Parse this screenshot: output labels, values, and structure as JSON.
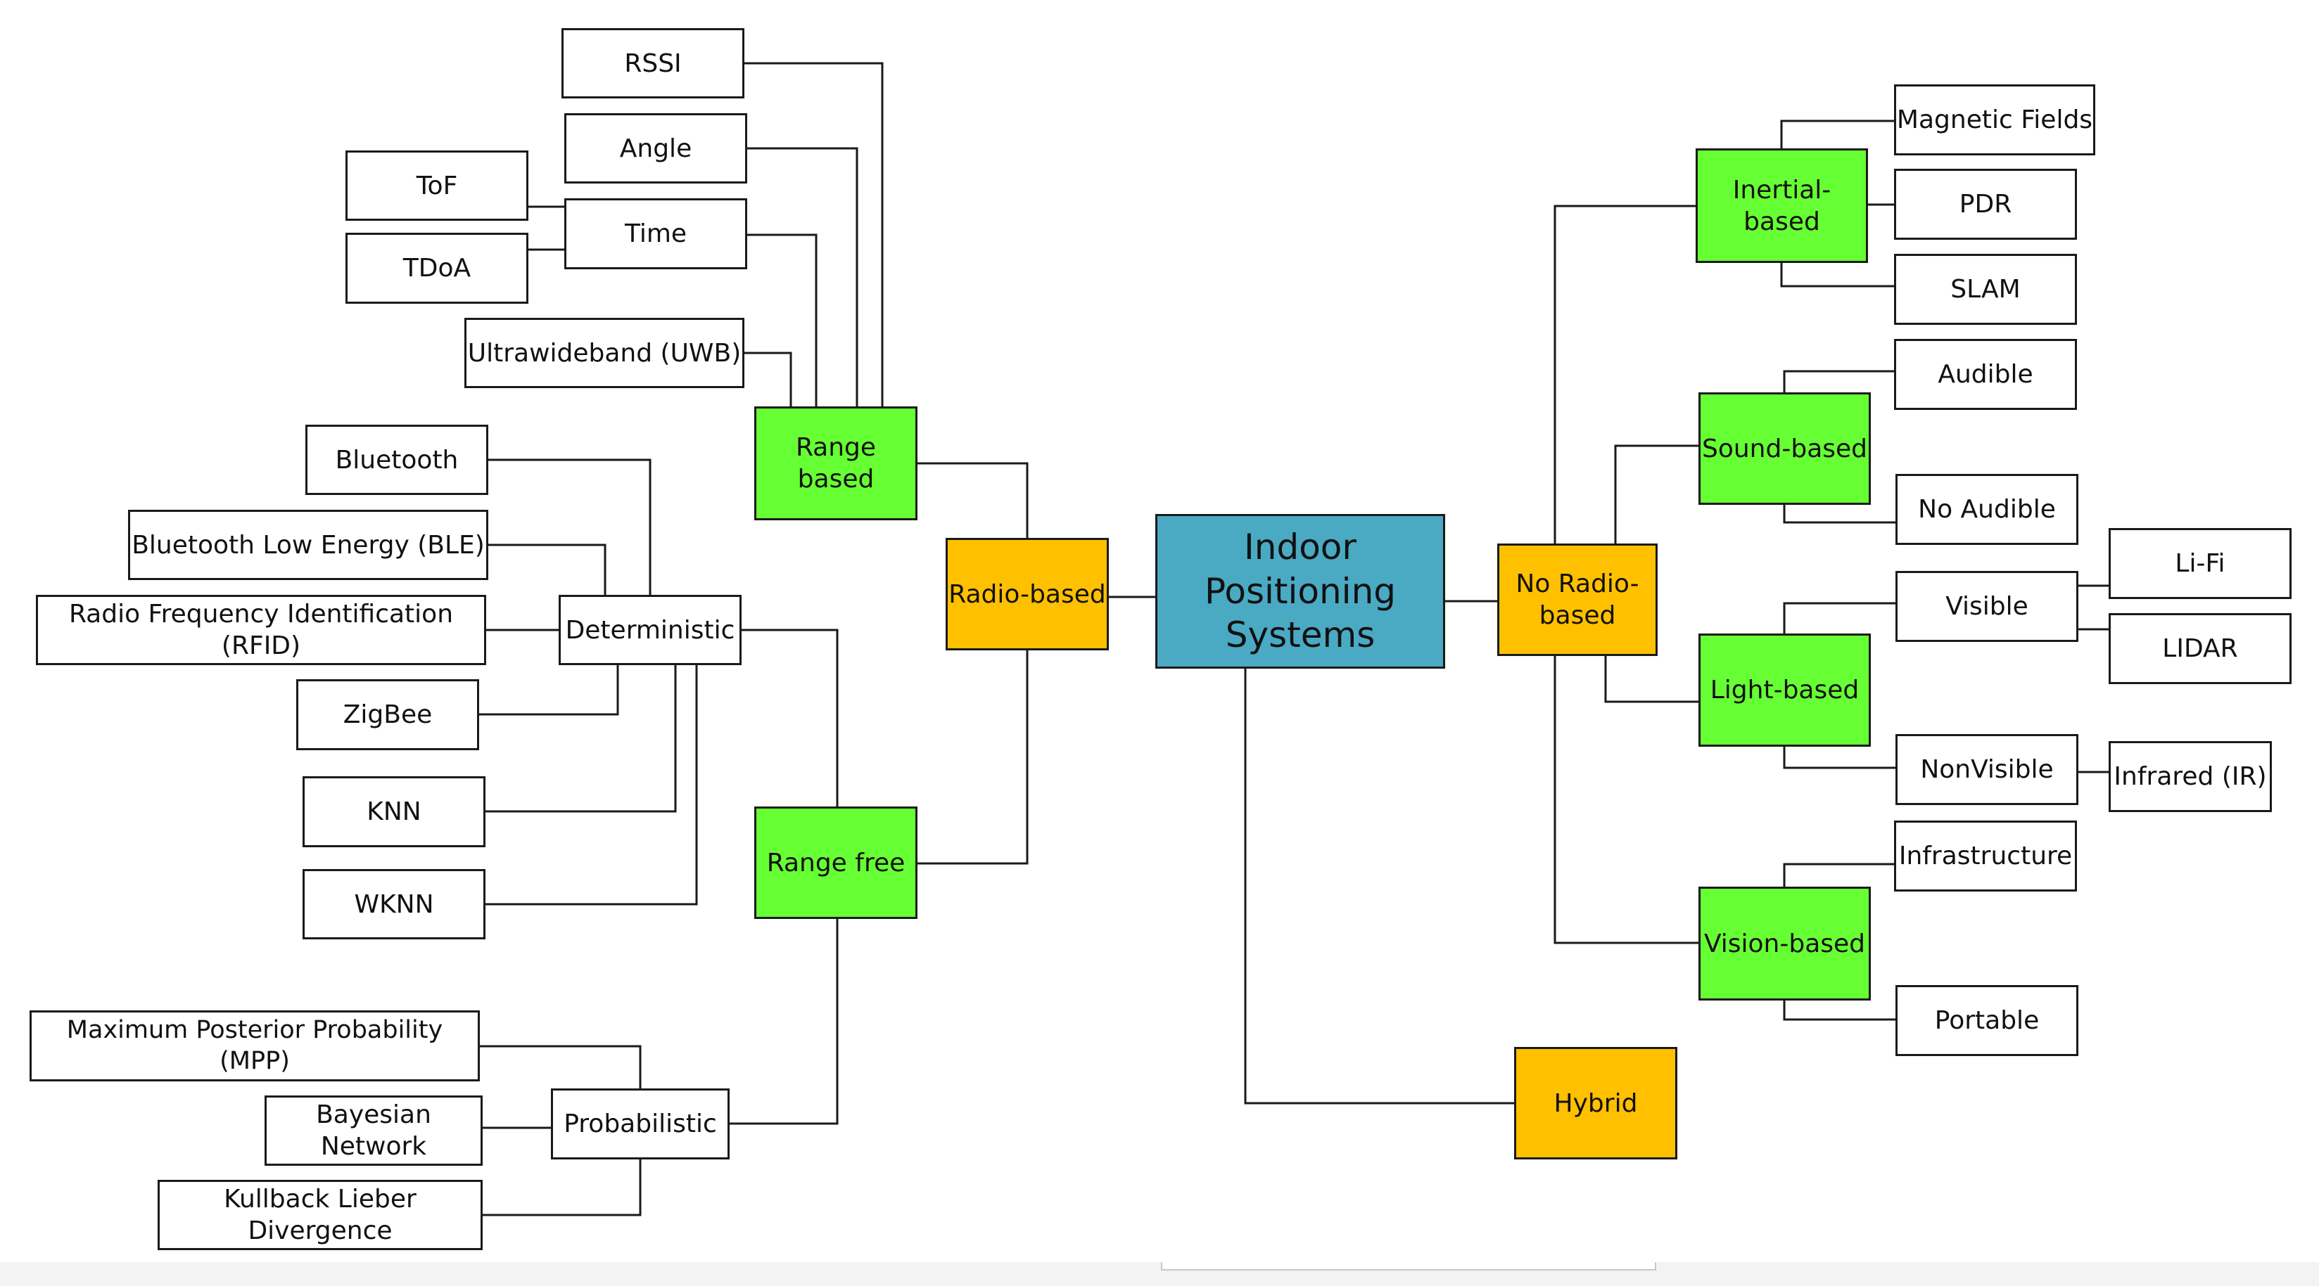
{
  "colors": {
    "root": "#4aaac3",
    "category": "#ffc000",
    "subcategory": "#66ff33",
    "leaf": "#ffffff",
    "line": "#1a1a1a"
  },
  "nodes": {
    "root": "Indoor Positioning Systems",
    "radio_based": "Radio-based",
    "no_radio_based": "No Radio-based",
    "hybrid": "Hybrid",
    "range_based": "Range based",
    "range_free": "Range free",
    "rssi": "RSSI",
    "angle": "Angle",
    "time": "Time",
    "tof": "ToF",
    "tdoa": "TDoA",
    "uwb": "Ultrawideband (UWB)",
    "deterministic": "Deterministic",
    "bluetooth": "Bluetooth",
    "ble": "Bluetooth Low Energy (BLE)",
    "rfid": "Radio Frequency Identification (RFID)",
    "zigbee": "ZigBee",
    "knn": "KNN",
    "wknn": "WKNN",
    "probabilistic": "Probabilistic",
    "mpp": "Maximum Posterior Probability (MPP)",
    "bayesian": "Bayesian Network",
    "kullback": "Kullback Lieber Divergence",
    "inertial_based": "Inertial-based",
    "magnetic_fields": "Magnetic Fields",
    "pdr": "PDR",
    "slam": "SLAM",
    "sound_based": "Sound-based",
    "audible": "Audible",
    "no_audible": "No Audible",
    "light_based": "Light-based",
    "visible": "Visible",
    "lifi": "Li-Fi",
    "lidar": "LIDAR",
    "nonvisible": "NonVisible",
    "infrared": "Infrared (IR)",
    "vision_based": "Vision-based",
    "infrastructure": "Infrastructure",
    "portable": "Portable"
  }
}
